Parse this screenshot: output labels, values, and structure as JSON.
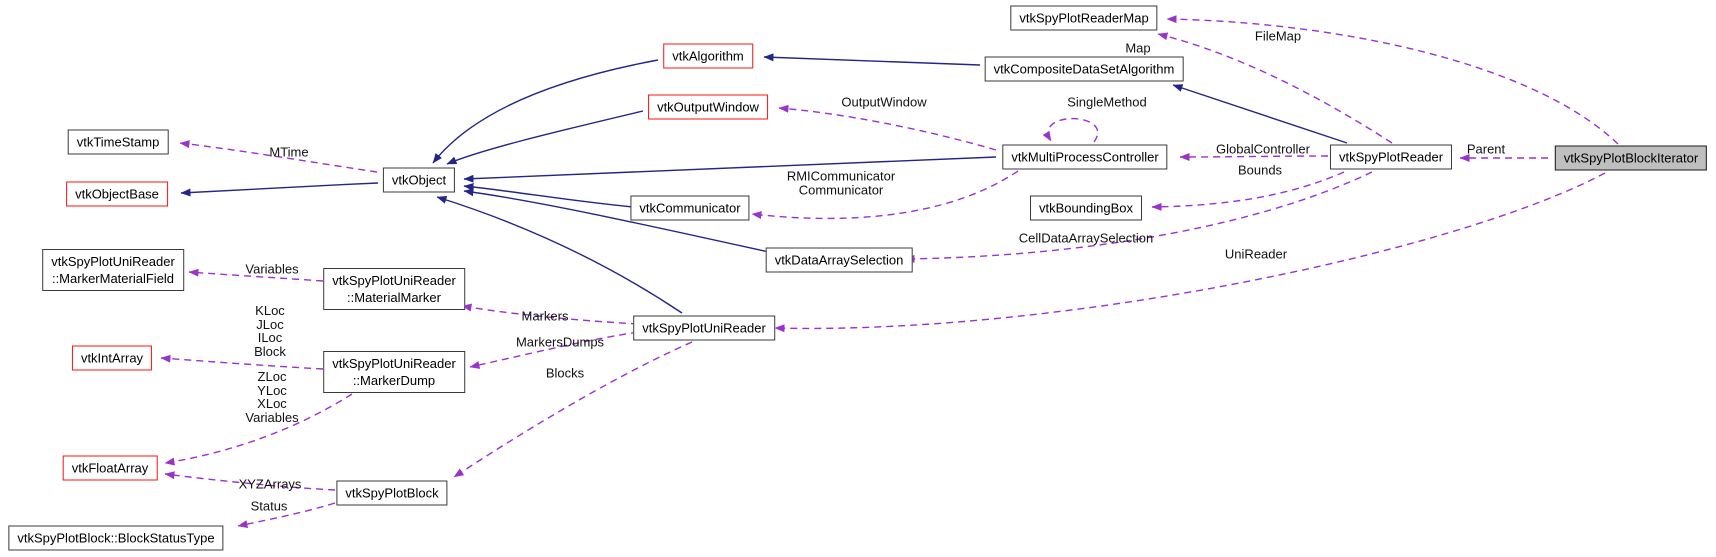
{
  "diagram": {
    "type": "collaboration-graph",
    "current_class": "vtkSpyPlotBlockIterator",
    "colors": {
      "background": "#ffffff",
      "inheritance_edge": "#252587",
      "usage_edge": "#9a32cd",
      "node_border": "#3a3a3a",
      "external_ref_border": "#ff1111",
      "current_node_fill": "#bfbfbf",
      "text": "#000000"
    },
    "nodes": [
      {
        "label": "vtkTimeStamp",
        "style": "normal"
      },
      {
        "label": "vtkObjectBase",
        "style": "red"
      },
      {
        "label": "vtkObject",
        "style": "normal"
      },
      {
        "label": "vtkAlgorithm",
        "style": "red"
      },
      {
        "label": "vtkOutputWindow",
        "style": "red"
      },
      {
        "label": "vtkCommunicator",
        "style": "normal"
      },
      {
        "label": "vtkDataArraySelection",
        "style": "normal"
      },
      {
        "label": "vtkSpyPlotReaderMap",
        "style": "normal"
      },
      {
        "label": "vtkCompositeDataSetAlgorithm",
        "style": "normal"
      },
      {
        "label": "vtkMultiProcessController",
        "style": "normal"
      },
      {
        "label": "vtkBoundingBox",
        "style": "normal"
      },
      {
        "label": "vtkSpyPlotReader",
        "style": "normal"
      },
      {
        "label": "vtkSpyPlotBlockIterator",
        "style": "current"
      },
      {
        "label": "vtkSpyPlotUniReader",
        "style": "normal"
      },
      {
        "label": "vtkSpyPlotUniReader\n::MarkerMaterialField",
        "style": "normal"
      },
      {
        "label": "vtkSpyPlotUniReader\n::MaterialMarker",
        "style": "normal"
      },
      {
        "label": "vtkIntArray",
        "style": "red"
      },
      {
        "label": "vtkSpyPlotUniReader\n::MarkerDump",
        "style": "normal"
      },
      {
        "label": "vtkFloatArray",
        "style": "red"
      },
      {
        "label": "vtkSpyPlotBlock",
        "style": "normal"
      },
      {
        "label": "vtkSpyPlotBlock::BlockStatusType",
        "style": "normal"
      }
    ],
    "edge_labels": [
      {
        "text": "MTime"
      },
      {
        "text": "Map"
      },
      {
        "text": "FileMap"
      },
      {
        "text": "OutputWindow"
      },
      {
        "text": "SingleMethod"
      },
      {
        "text": "RMICommunicator\nCommunicator"
      },
      {
        "text": "GlobalController"
      },
      {
        "text": "Bounds"
      },
      {
        "text": "CellDataArraySelection"
      },
      {
        "text": "UniReader"
      },
      {
        "text": "Parent"
      },
      {
        "text": "Variables"
      },
      {
        "text": "KLoc\nJLoc\nILoc\nBlock"
      },
      {
        "text": "ZLoc\nYLoc\nXLoc\nVariables"
      },
      {
        "text": "Markers"
      },
      {
        "text": "MarkersDumps"
      },
      {
        "text": "Blocks"
      },
      {
        "text": "XYZArrays"
      },
      {
        "text": "Status"
      }
    ],
    "edges": [
      {
        "from": "vtkObject",
        "to": "vtkObjectBase",
        "type": "inheritance"
      },
      {
        "from": "vtkAlgorithm",
        "to": "vtkObject",
        "type": "inheritance"
      },
      {
        "from": "vtkOutputWindow",
        "to": "vtkObject",
        "type": "inheritance"
      },
      {
        "from": "vtkMultiProcessController",
        "to": "vtkObject",
        "type": "inheritance"
      },
      {
        "from": "vtkCommunicator",
        "to": "vtkObject",
        "type": "inheritance"
      },
      {
        "from": "vtkDataArraySelection",
        "to": "vtkObject",
        "type": "inheritance"
      },
      {
        "from": "vtkSpyPlotUniReader",
        "to": "vtkObject",
        "type": "inheritance"
      },
      {
        "from": "vtkCompositeDataSetAlgorithm",
        "to": "vtkAlgorithm",
        "type": "inheritance"
      },
      {
        "from": "vtkSpyPlotReader",
        "to": "vtkCompositeDataSetAlgorithm",
        "type": "inheritance"
      },
      {
        "from": "vtkObject",
        "to": "vtkTimeStamp",
        "type": "usage",
        "label": "MTime"
      },
      {
        "from": "vtkSpyPlotReader",
        "to": "vtkSpyPlotReaderMap",
        "type": "usage",
        "label": "Map"
      },
      {
        "from": "vtkSpyPlotBlockIterator",
        "to": "vtkSpyPlotReaderMap",
        "type": "usage",
        "label": "FileMap"
      },
      {
        "from": "vtkMultiProcessController",
        "to": "vtkOutputWindow",
        "type": "usage",
        "label": "OutputWindow"
      },
      {
        "from": "vtkMultiProcessController",
        "to": "vtkMultiProcessController",
        "type": "usage",
        "label": "SingleMethod"
      },
      {
        "from": "vtkMultiProcessController",
        "to": "vtkCommunicator",
        "type": "usage",
        "label": "RMICommunicator\nCommunicator"
      },
      {
        "from": "vtkSpyPlotReader",
        "to": "vtkMultiProcessController",
        "type": "usage",
        "label": "GlobalController"
      },
      {
        "from": "vtkSpyPlotReader",
        "to": "vtkBoundingBox",
        "type": "usage",
        "label": "Bounds"
      },
      {
        "from": "vtkSpyPlotReader",
        "to": "vtkDataArraySelection",
        "type": "usage",
        "label": "CellDataArraySelection"
      },
      {
        "from": "vtkSpyPlotBlockIterator",
        "to": "vtkSpyPlotUniReader",
        "type": "usage",
        "label": "UniReader"
      },
      {
        "from": "vtkSpyPlotBlockIterator",
        "to": "vtkSpyPlotReader",
        "type": "usage",
        "label": "Parent"
      },
      {
        "from": "vtkSpyPlotUniReader::MaterialMarker",
        "to": "vtkSpyPlotUniReader::MarkerMaterialField",
        "type": "usage",
        "label": "Variables"
      },
      {
        "from": "vtkSpyPlotUniReader",
        "to": "vtkSpyPlotUniReader::MaterialMarker",
        "type": "usage",
        "label": "Markers"
      },
      {
        "from": "vtkSpyPlotUniReader",
        "to": "vtkSpyPlotUniReader::MarkerDump",
        "type": "usage",
        "label": "MarkersDumps"
      },
      {
        "from": "vtkSpyPlotUniReader::MarkerDump",
        "to": "vtkIntArray",
        "type": "usage",
        "label": "KLoc JLoc ILoc Block"
      },
      {
        "from": "vtkSpyPlotUniReader::MarkerDump",
        "to": "vtkFloatArray",
        "type": "usage",
        "label": "ZLoc YLoc XLoc Variables"
      },
      {
        "from": "vtkSpyPlotUniReader",
        "to": "vtkSpyPlotBlock",
        "type": "usage",
        "label": "Blocks"
      },
      {
        "from": "vtkSpyPlotBlock",
        "to": "vtkFloatArray",
        "type": "usage",
        "label": "XYZArrays"
      },
      {
        "from": "vtkSpyPlotBlock",
        "to": "vtkSpyPlotBlock::BlockStatusType",
        "type": "usage",
        "label": "Status"
      }
    ]
  }
}
